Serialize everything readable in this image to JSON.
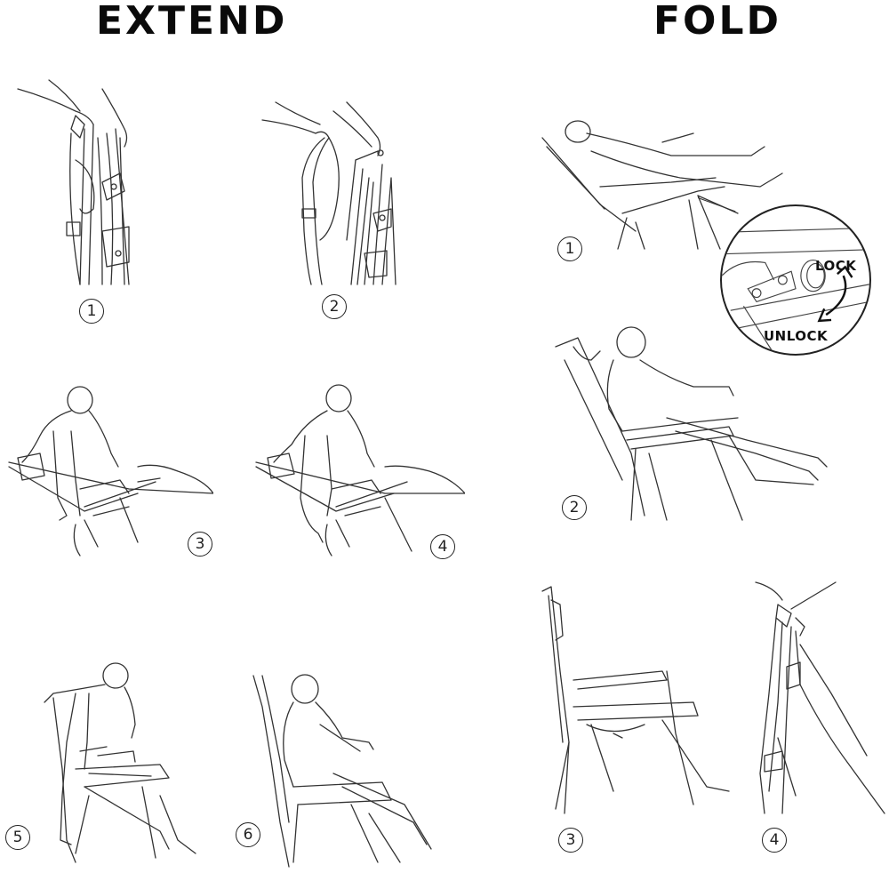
{
  "extend": {
    "heading": "EXTEND",
    "steps": [
      {
        "number": "1",
        "description": "folded chair held upright by both frames"
      },
      {
        "number": "2",
        "description": "pull frames apart to open"
      },
      {
        "number": "3",
        "description": "lay chair back and open frame"
      },
      {
        "number": "4",
        "description": "push frame down until seat opens"
      },
      {
        "number": "5",
        "description": "stand chair upright"
      },
      {
        "number": "6",
        "description": "sit down in chair"
      }
    ]
  },
  "fold": {
    "heading": "FOLD",
    "steps": [
      {
        "number": "1",
        "description": "reclined position, unlock the lock knob"
      },
      {
        "number": "2",
        "description": "return to upright sitting position"
      },
      {
        "number": "3",
        "description": "empty upright chair"
      },
      {
        "number": "4",
        "description": "lift and fold chair closed"
      }
    ],
    "callout": {
      "lock_label": "LOCK",
      "unlock_label": "UNLOCK"
    }
  }
}
